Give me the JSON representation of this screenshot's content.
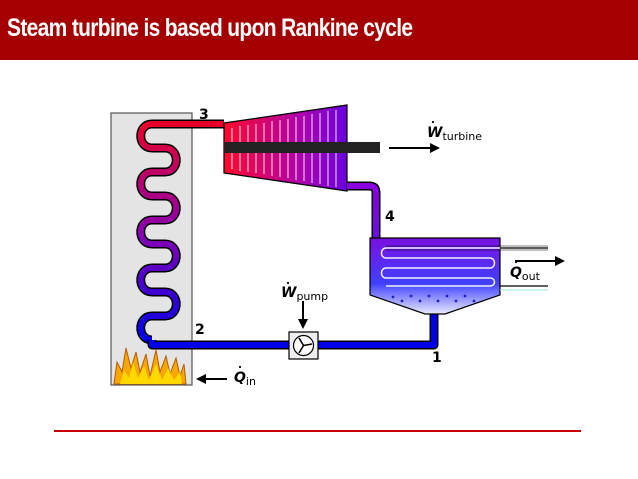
{
  "slide": {
    "title": "Steam turbine is based upon Rankine cycle"
  },
  "diagram": {
    "state_points": [
      "1",
      "2",
      "3",
      "4"
    ],
    "labels": {
      "w_turbine": {
        "symbol": "W",
        "subscript": "turbine"
      },
      "w_pump": {
        "symbol": "W",
        "subscript": "pump"
      },
      "q_out": {
        "symbol": "Q",
        "subscript": "out"
      },
      "q_in": {
        "symbol": "Q",
        "subscript": "in"
      }
    },
    "colors": {
      "banner": "#a50000",
      "hot": "#e0002a",
      "mid": "#7a00c0",
      "cold": "#0000e8",
      "rule": "#c80000"
    }
  }
}
